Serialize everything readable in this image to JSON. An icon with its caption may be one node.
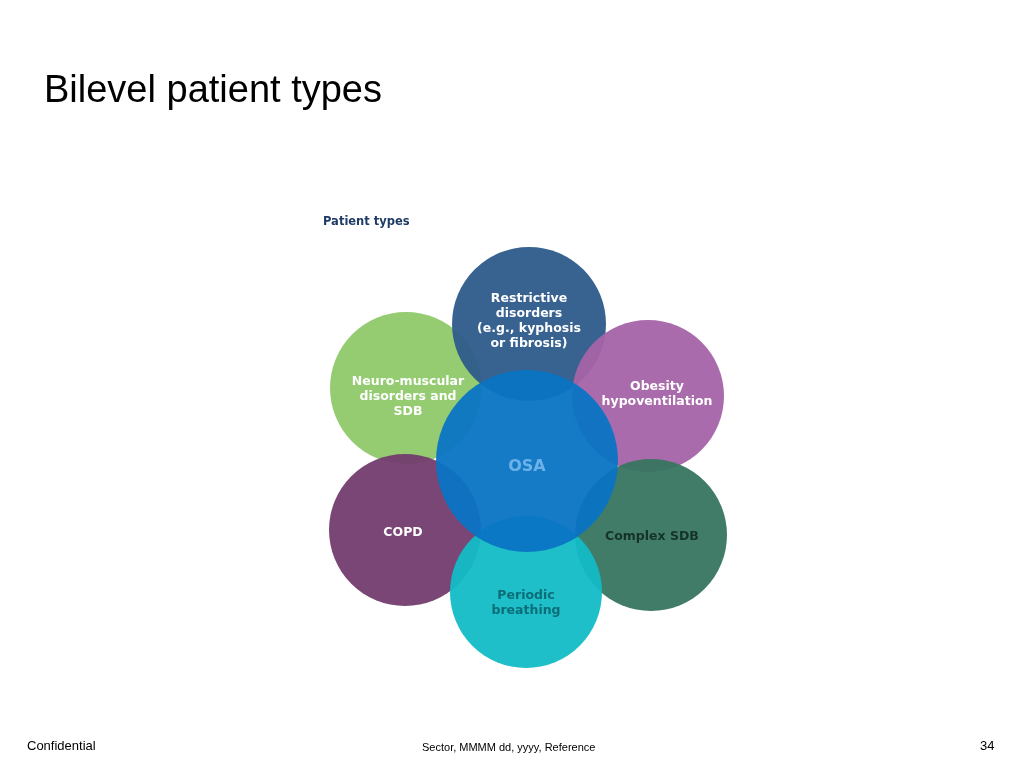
{
  "diagram": {
    "title": "Bilevel patient types",
    "nodes": [
      {
        "text": [
          "Restrictive disorders (e.g., kyphosis or fibrosis)"
        ]
      },
      {
        "text": [
          "Neuro-muscular disorders and SDB"
        ]
      },
      {
        "text": [
          "Obesity hypoventilation"
        ]
      },
      {
        "text": [
          "OSA"
        ]
      },
      {
        "text": [
          "COPD"
        ]
      },
      {
        "text": [
          "Complex SDB"
        ]
      },
      {
        "text": [
          "Periodic breathing"
        ]
      }
    ],
    "labels": [
      "Patient types",
      "Confidential",
      "Sector, MMMM dd, yyyy, Reference",
      "34"
    ]
  }
}
